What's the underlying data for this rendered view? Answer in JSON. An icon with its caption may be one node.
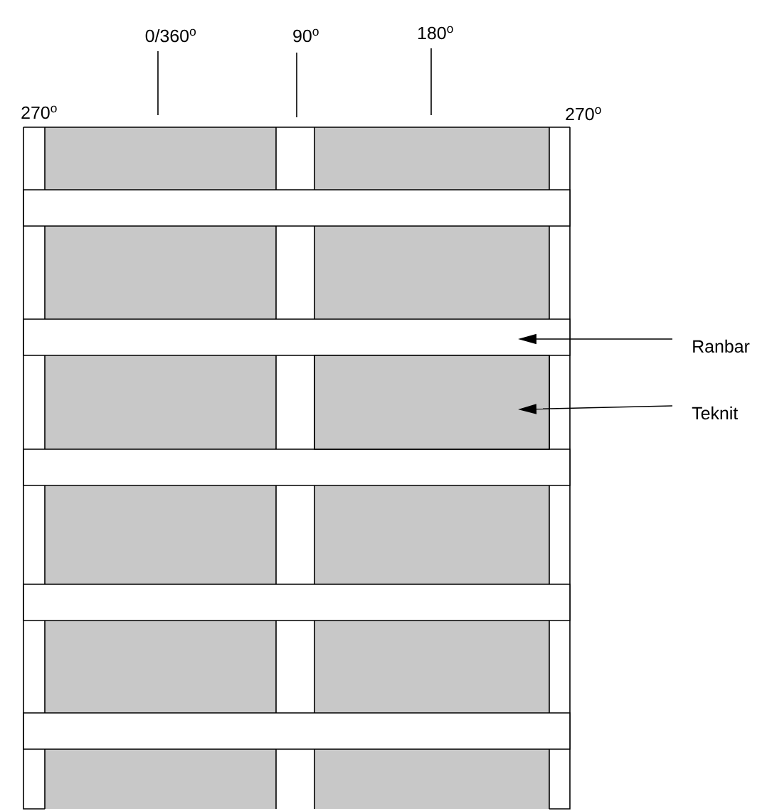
{
  "diagram": {
    "nodes": [
      {
        "text": [],
        "shape": "bar"
      },
      {
        "text": [
          "Ranbar"
        ]
      },
      {
        "text": [],
        "shape": "box"
      },
      {
        "text": [
          "Teknit"
        ]
      }
    ],
    "edges": [
      {
        "from": 1,
        "to": 0,
        "arrow": "to"
      },
      {
        "from": 3,
        "to": 2,
        "arrow": "to"
      }
    ],
    "labels": [
      "0/360$^{o}$",
      "90$^{o}$",
      "180$^{o}$",
      "270$^{o}$",
      "270$^{o}$"
    ]
  }
}
